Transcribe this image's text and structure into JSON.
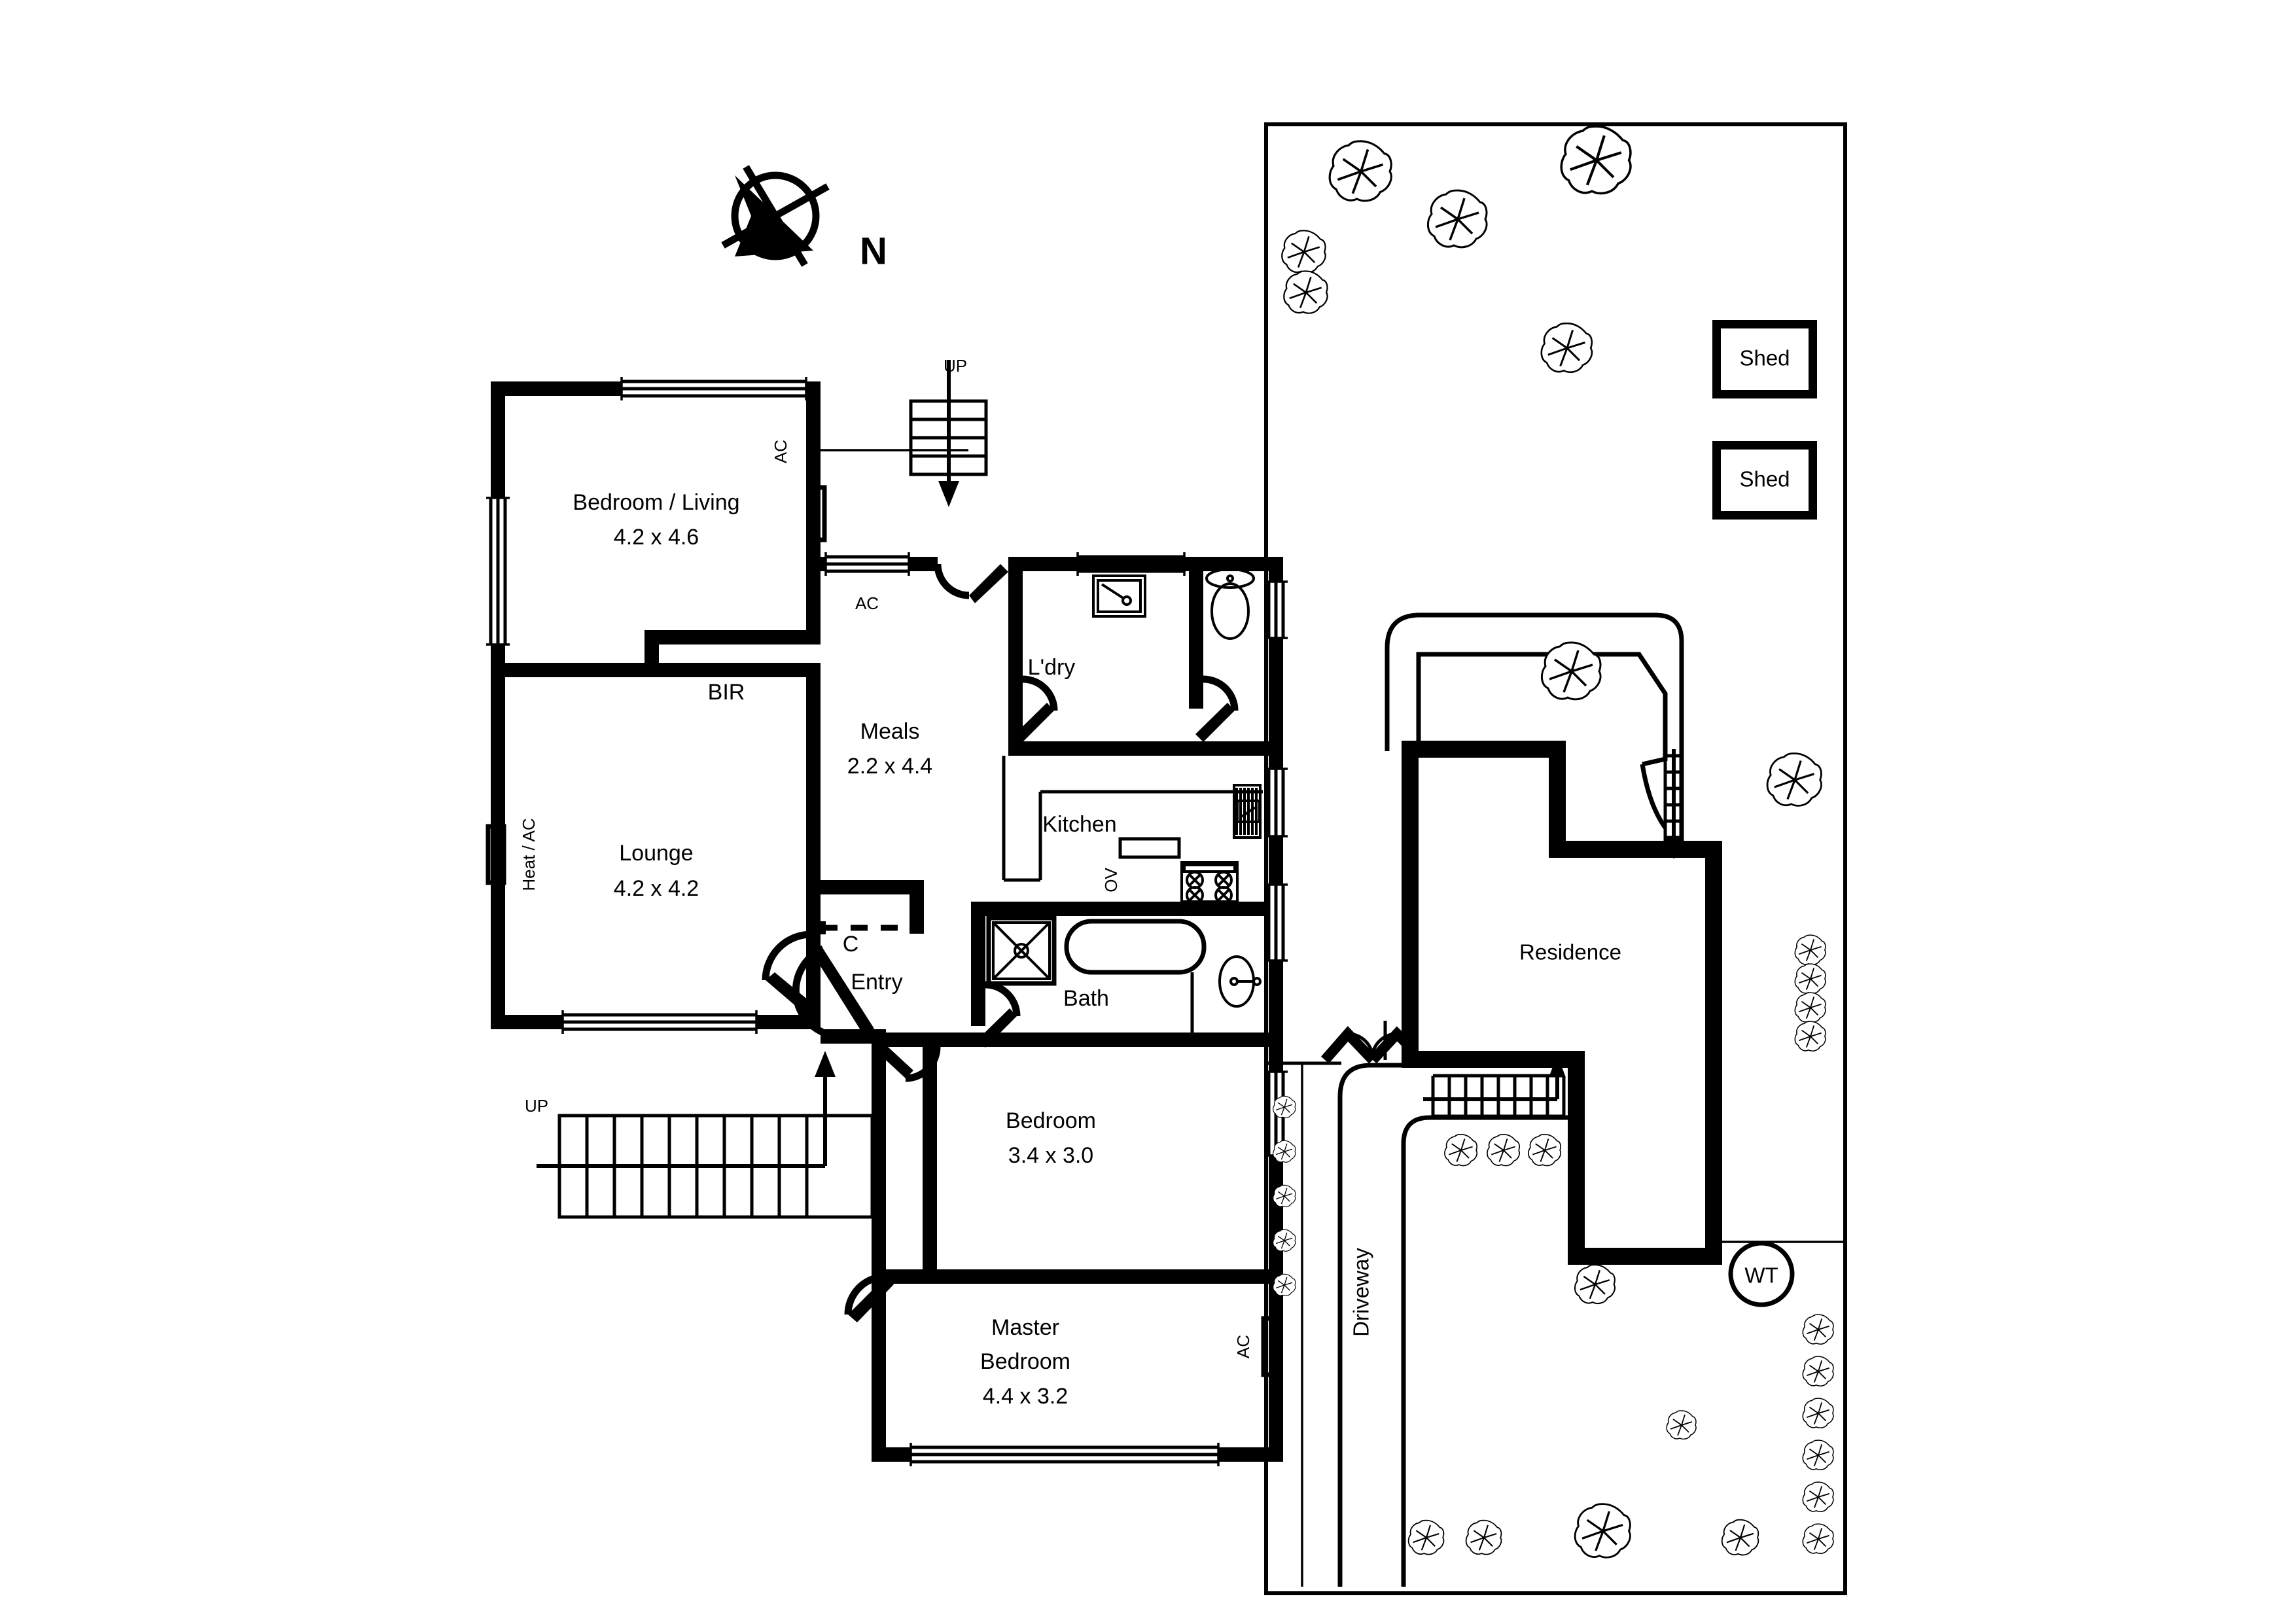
{
  "document": {
    "type": "residential-floor-plan",
    "compass": {
      "label": "N",
      "icon": "compass-north-icon"
    }
  },
  "floor_plan": {
    "rooms": [
      {
        "id": "bedroom-living",
        "name": "Bedroom / Living",
        "dimensions": "4.2 x 4.6"
      },
      {
        "id": "lounge",
        "name": "Lounge",
        "dimensions": "4.2 x 4.2"
      },
      {
        "id": "meals",
        "name": "Meals",
        "dimensions": "2.2 x 4.4"
      },
      {
        "id": "laundry",
        "name": "L'dry",
        "dimensions": ""
      },
      {
        "id": "kitchen",
        "name": "Kitchen",
        "dimensions": ""
      },
      {
        "id": "bath",
        "name": "Bath",
        "dimensions": ""
      },
      {
        "id": "entry",
        "name": "Entry",
        "dimensions": ""
      },
      {
        "id": "bedroom-2",
        "name": "Bedroom",
        "dimensions": "3.4 x 3.0"
      },
      {
        "id": "master-bedroom",
        "name": "Master\nBedroom",
        "dimensions": "4.4 x 3.2"
      }
    ],
    "annotations": [
      {
        "id": "ac-bedroom-living-right",
        "label": "AC",
        "orientation": "vertical"
      },
      {
        "id": "ac-meals-top",
        "label": "AC",
        "orientation": "horizontal"
      },
      {
        "id": "heat-ac-lounge",
        "label": "Heat / AC",
        "orientation": "vertical"
      },
      {
        "id": "ac-master-bedroom",
        "label": "AC",
        "orientation": "vertical"
      },
      {
        "id": "bir-bedroom-living",
        "label": "BIR",
        "orientation": "horizontal"
      },
      {
        "id": "cupboard-entry",
        "label": "C",
        "orientation": "horizontal"
      },
      {
        "id": "oven-kitchen",
        "label": "OV",
        "orientation": "vertical"
      },
      {
        "id": "stairs-up-top",
        "label": "UP",
        "orientation": "horizontal"
      },
      {
        "id": "stairs-up-front",
        "label": "UP",
        "orientation": "horizontal"
      }
    ],
    "master_bedroom_lines": [
      "Master",
      "Bedroom",
      "4.4 x 3.2"
    ],
    "bedroom2_lines": [
      "Bedroom",
      "3.4 x 3.0"
    ],
    "bedroom_living_lines": [
      "Bedroom / Living",
      "4.2 x 4.6"
    ],
    "lounge_lines": [
      "Lounge",
      "4.2 x 4.2"
    ],
    "meals_lines": [
      "Meals",
      "2.2 x 4.4"
    ]
  },
  "site_plan": {
    "labels": [
      {
        "id": "shed-north",
        "name": "Shed"
      },
      {
        "id": "shed-south",
        "name": "Shed"
      },
      {
        "id": "residence",
        "name": "Residence"
      },
      {
        "id": "driveway",
        "name": "Driveway"
      },
      {
        "id": "water-tank",
        "name": "WT"
      }
    ],
    "shed_north": "Shed",
    "shed_south": "Shed",
    "residence": "Residence",
    "driveway": "Driveway",
    "water_tank": "WT"
  },
  "colors": {
    "wall": "#000000",
    "background": "#ffffff",
    "line": "#000000"
  }
}
